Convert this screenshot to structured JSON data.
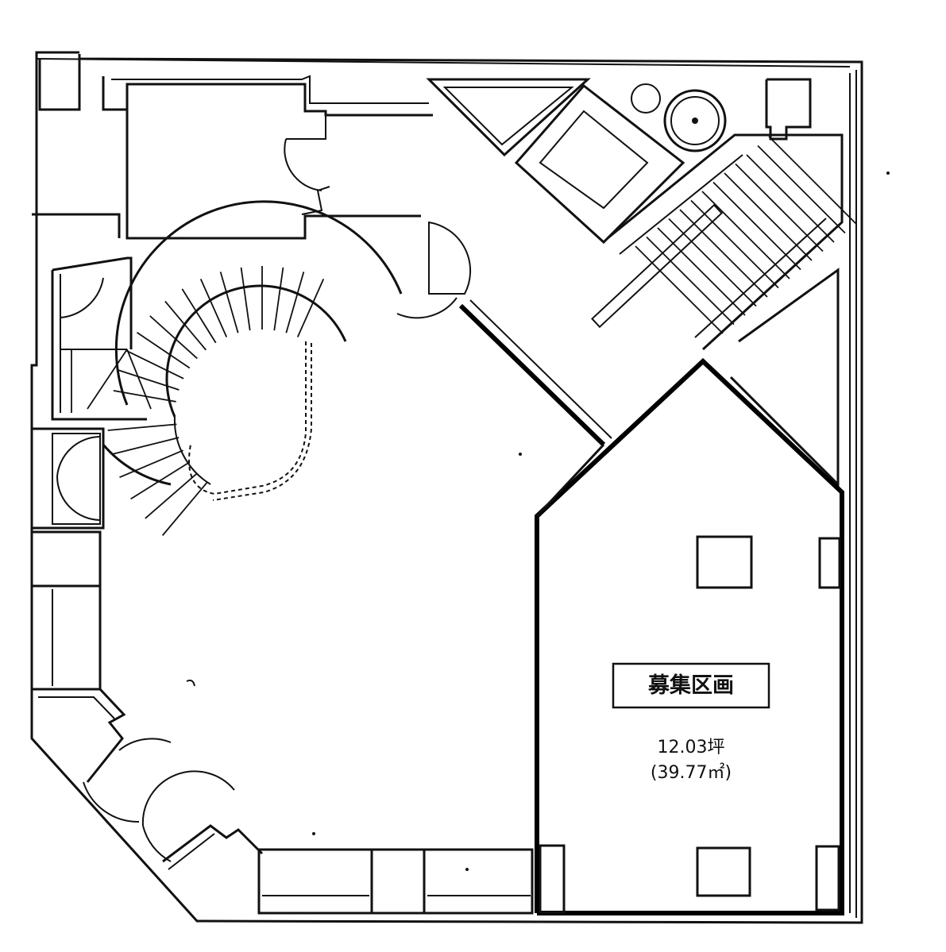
{
  "unit": {
    "label": "募集区画",
    "area_tsubo": "12.03坪",
    "area_sqm": "(39.77㎡)"
  }
}
